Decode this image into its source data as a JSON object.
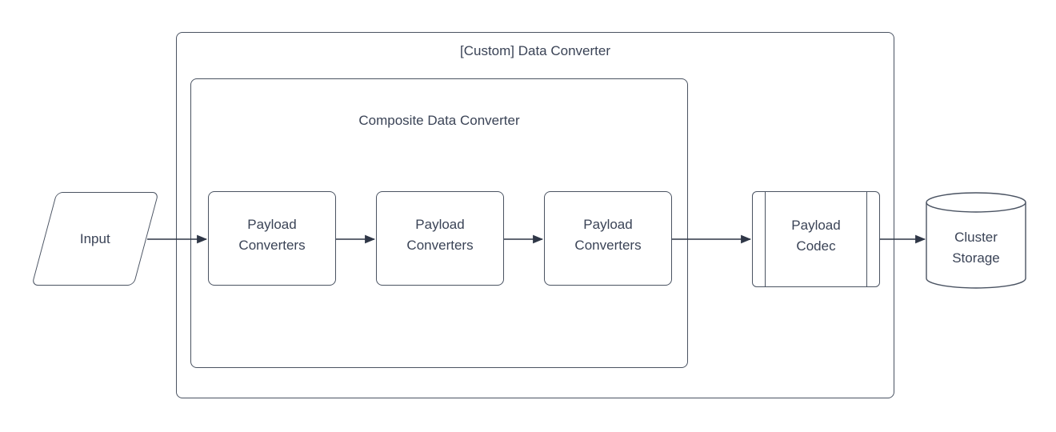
{
  "diagram": {
    "outer_container": {
      "label": "[Custom] Data Converter"
    },
    "inner_container": {
      "label": "Composite Data Converter"
    },
    "nodes": {
      "input": {
        "label": "Input",
        "shape": "parallelogram"
      },
      "payload_converters_1": {
        "label": "Payload Converters",
        "shape": "rounded-rectangle"
      },
      "payload_converters_2": {
        "label": "Payload Converters",
        "shape": "rounded-rectangle"
      },
      "payload_converters_3": {
        "label": "Payload Converters",
        "shape": "rounded-rectangle"
      },
      "payload_codec": {
        "label": "Payload Codec",
        "shape": "predefined-process"
      },
      "cluster_storage": {
        "label": "Cluster Storage",
        "shape": "cylinder"
      }
    },
    "edges": [
      {
        "from": "input",
        "to": "payload_converters_1"
      },
      {
        "from": "payload_converters_1",
        "to": "payload_converters_2"
      },
      {
        "from": "payload_converters_2",
        "to": "payload_converters_3"
      },
      {
        "from": "payload_converters_3",
        "to": "payload_codec"
      },
      {
        "from": "payload_codec",
        "to": "cluster_storage"
      }
    ]
  },
  "colors": {
    "stroke": "#4a5362",
    "text": "#3a4356",
    "arrow": "#2f3747",
    "background": "#ffffff"
  }
}
